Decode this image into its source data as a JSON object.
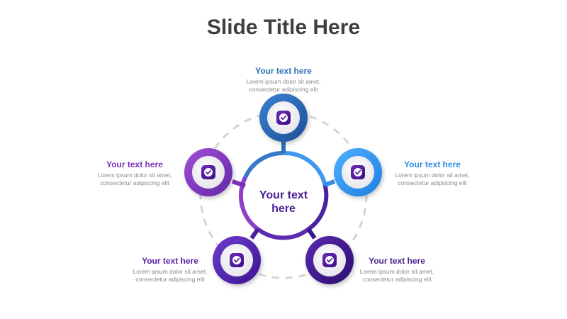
{
  "title": "Slide Title Here",
  "center": {
    "line1": "Your text",
    "line2": "here"
  },
  "items": [
    {
      "heading": "Your text here",
      "body1": "Lorem ipsum dolor sit amet,",
      "body2": "consectetur adipiscing elit",
      "color": "#2f6fb8"
    },
    {
      "heading": "Your text here",
      "body1": "Lorem ipsum dolor sit amet,",
      "body2": "consectetur adipiscing elit",
      "color": "#2f8ee5"
    },
    {
      "heading": "Your text here",
      "body1": "Lorem ipsum dolor sit amet,",
      "body2": "consectetur adipiscing elit",
      "color": "#4a1f8c"
    },
    {
      "heading": "Your text here",
      "body1": "Lorem ipsum dolor sit amet,",
      "body2": "consectetur adipiscing elit",
      "color": "#5b22a6"
    },
    {
      "heading": "Your text here",
      "body1": "Lorem ipsum dolor sit amet,",
      "body2": "consectetur adipiscing elit",
      "color": "#7b2fb8"
    }
  ],
  "node_icon": "check-badge-icon",
  "colors": {
    "title": "#3f3f3f",
    "center_text": "#4c1d95",
    "dashed_ring": "#d4d4d4",
    "body_text": "#8a8a8a"
  }
}
